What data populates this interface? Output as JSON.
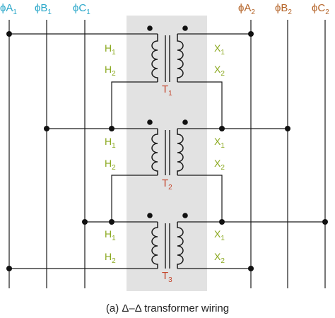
{
  "phases_primary": [
    {
      "main": "ϕA",
      "sub": "1"
    },
    {
      "main": "ϕB",
      "sub": "1"
    },
    {
      "main": "ϕC",
      "sub": "1"
    }
  ],
  "phases_secondary": [
    {
      "main": "ϕA",
      "sub": "2"
    },
    {
      "main": "ϕB",
      "sub": "2"
    },
    {
      "main": "ϕC",
      "sub": "2"
    }
  ],
  "transformers": [
    {
      "main": "T",
      "sub": "1"
    },
    {
      "main": "T",
      "sub": "2"
    },
    {
      "main": "T",
      "sub": "3"
    }
  ],
  "terminals": {
    "h1": {
      "main": "H",
      "sub": "1"
    },
    "h2": {
      "main": "H",
      "sub": "2"
    },
    "x1": {
      "main": "X",
      "sub": "1"
    },
    "x2": {
      "main": "X",
      "sub": "2"
    }
  },
  "caption": "(a) Δ–Δ transformer wiring",
  "colors": {
    "primary_phase": "#2aa7c9",
    "secondary_phase": "#b5652a",
    "terminal": "#8aa81e",
    "transformer": "#c4452b",
    "panel": "#e2e2e2"
  }
}
